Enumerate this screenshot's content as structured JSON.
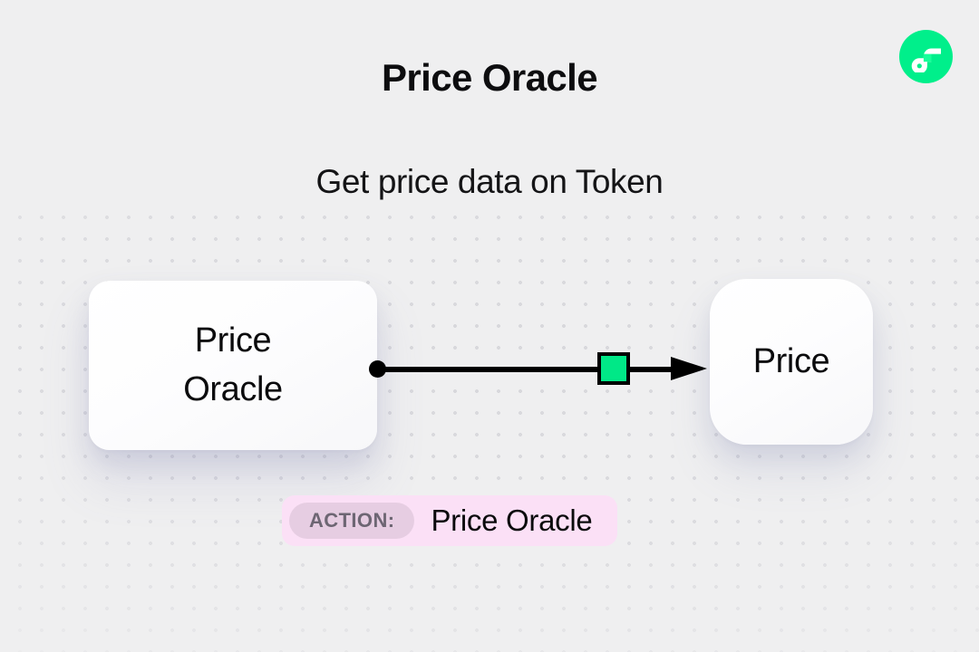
{
  "header": {
    "title": "Price Oracle",
    "subtitle": "Get price data on Token"
  },
  "brand": {
    "logo_icon": "flow-logo-icon",
    "logo_color": "#00ef8b"
  },
  "background": {
    "color": "#efeff0",
    "pattern": "dot-grid",
    "dot_color": "#d8d8dc",
    "dot_spacing": "24px"
  },
  "diagram": {
    "nodes": [
      {
        "id": "source",
        "label": "Price\nOracle",
        "role": "source-node"
      },
      {
        "id": "target",
        "label": "Price",
        "role": "target-node"
      }
    ],
    "edge": {
      "port_color": "#000000",
      "line_color": "#000000",
      "marker_color": "#00e887",
      "marker_border_color": "#000000",
      "direction": "source-to-target"
    }
  },
  "action_banner": {
    "label": "ACTION:",
    "value": "Price Oracle",
    "background_color": "#fbe0f6",
    "pill_color": "#e6cde2",
    "pill_text_color": "#6d6673"
  }
}
